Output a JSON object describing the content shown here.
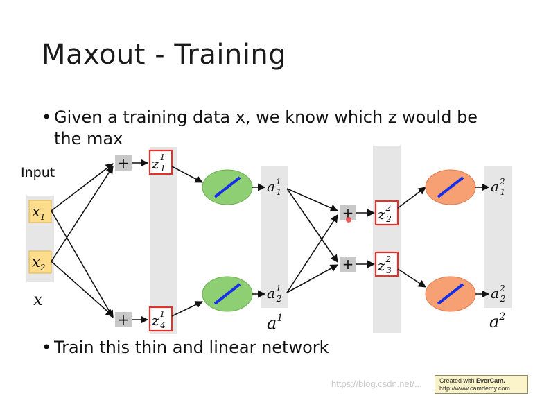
{
  "slide": {
    "title": "Maxout - Training",
    "bullet_symbol": "•",
    "bullets": [
      "Given a training data x, we know which z would be",
      "the max",
      "Train this thin and linear network"
    ]
  },
  "diagram": {
    "input_label": "Input",
    "input_group_label": "x",
    "inputs": [
      {
        "base": "x",
        "sub": "1"
      },
      {
        "base": "x",
        "sub": "2"
      }
    ],
    "plus_symbol": "+",
    "layer1_z": [
      {
        "base": "z",
        "sub": "1",
        "sup": "1"
      },
      {
        "base": "z",
        "sub": "4",
        "sup": "1"
      }
    ],
    "layer1_a": [
      {
        "base": "a",
        "sub": "1",
        "sup": "1"
      },
      {
        "base": "a",
        "sub": "2",
        "sup": "1"
      }
    ],
    "layer1_group_label": {
      "base": "a",
      "sup": "1"
    },
    "layer2_z": [
      {
        "base": "z",
        "sub": "2",
        "sup": "2"
      },
      {
        "base": "z",
        "sub": "3",
        "sup": "2"
      }
    ],
    "layer2_a": [
      {
        "base": "a",
        "sub": "1",
        "sup": "2"
      },
      {
        "base": "a",
        "sub": "2",
        "sup": "2"
      }
    ],
    "layer2_group_label": {
      "base": "a",
      "sup": "2"
    },
    "colors": {
      "input_box": "#fddc8c",
      "input_border": "#e0b44a",
      "column_bg": "#e6e6e6",
      "plus_box": "#c8c8c8",
      "z_border": "#e4322b",
      "neuron_green": "#8fcf74",
      "neuron_orange": "#f7a074",
      "line_blue": "#1530e6",
      "cursor_red": "#f04040"
    }
  },
  "watermark": "https://blog.csdn.net/...",
  "evercam": {
    "prefix": "Created with",
    "brand": "EverCam.",
    "url": "http://www.camdemy.com"
  }
}
